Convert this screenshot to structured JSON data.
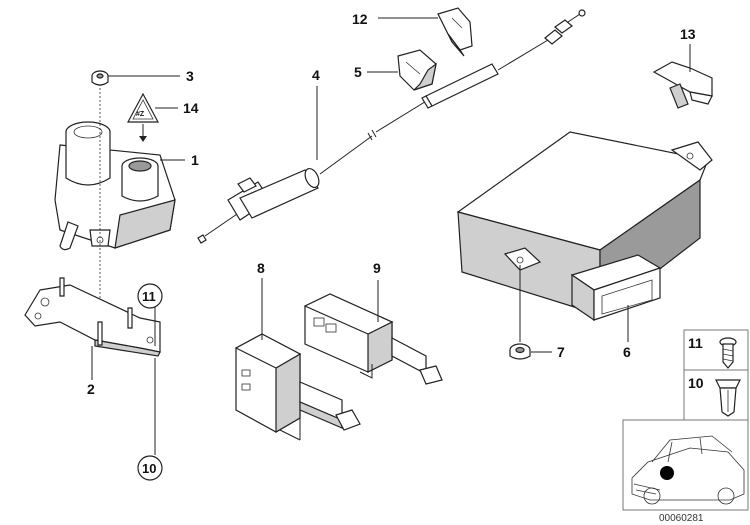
{
  "diagram": {
    "doc_number": "00060281",
    "callouts": {
      "c1": "1",
      "c2": "2",
      "c3": "3",
      "c4": "4",
      "c5": "5",
      "c6": "6",
      "c7": "7",
      "c8": "8",
      "c9": "9",
      "c10a": "10",
      "c11a": "11",
      "c12": "12",
      "c13": "13",
      "c14": "14",
      "c11b": "11",
      "c10b": "10"
    }
  }
}
